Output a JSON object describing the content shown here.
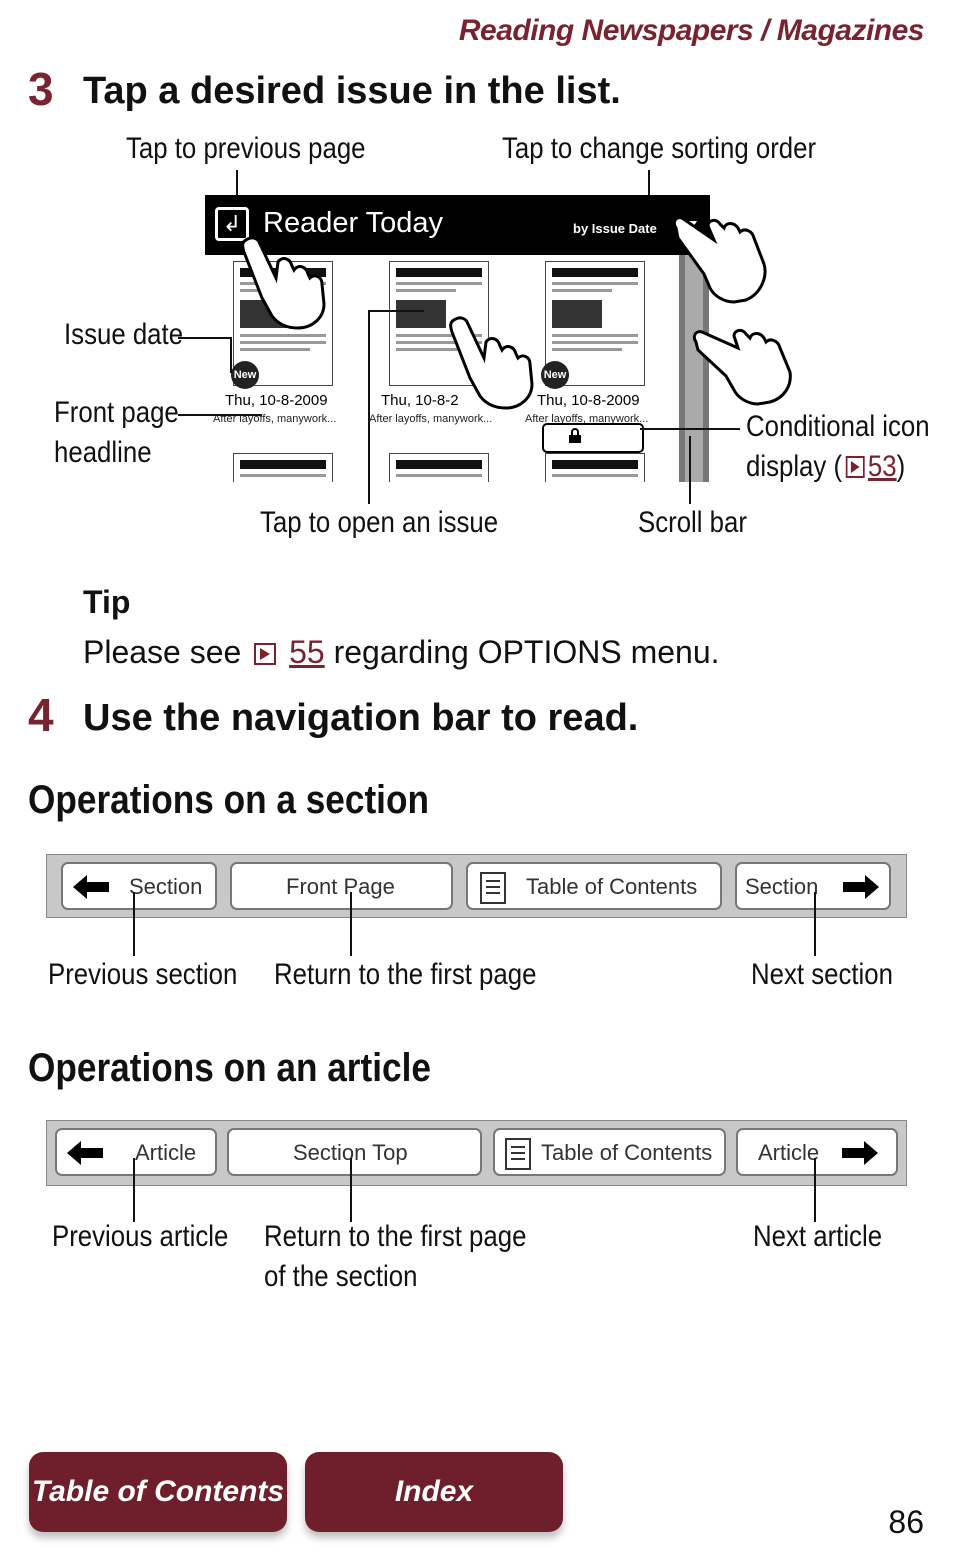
{
  "header": {
    "chapter": "Reading Newspapers / Magazines"
  },
  "step3": {
    "number": "3",
    "heading": "Tap a desired issue in the list."
  },
  "screen": {
    "title": "Reader Today",
    "sort_label": "by Issue Date",
    "issues": [
      {
        "date": "Thu, 10-8-2009",
        "headline": "After layoffs, manywork...",
        "badge": "New"
      },
      {
        "date": "Thu, 10-8-2",
        "headline": "After layoffs, manywork...",
        "badge": ""
      },
      {
        "date": "Thu, 10-8-2009",
        "headline": "After layoffs, manywork...",
        "badge": "New"
      }
    ]
  },
  "callouts": {
    "prev_page": "Tap to previous page",
    "sort_order": "Tap to change sorting order",
    "issue_date": "Issue date",
    "front_headline_1": "Front page",
    "front_headline_2": "headline",
    "conditional_1": "Conditional icon",
    "conditional_2_pre": "display (",
    "conditional_ref": "53",
    "conditional_2_post": ")",
    "open_issue": "Tap to open an issue",
    "scroll_bar": "Scroll bar"
  },
  "tip": {
    "title": "Tip",
    "pre": "Please see",
    "ref": "55",
    "post": "regarding OPTIONS menu."
  },
  "step4": {
    "number": "4",
    "heading": "Use the navigation bar to read."
  },
  "section_ops": {
    "title": "Operations on a section",
    "buttons": {
      "prev": "Section",
      "front": "Front Page",
      "toc": "Table of Contents",
      "next": "Section"
    },
    "labels": {
      "prev": "Previous section",
      "front": "Return to the first page",
      "next": "Next section"
    }
  },
  "article_ops": {
    "title": "Operations on an article",
    "buttons": {
      "prev": "Article",
      "top": "Section Top",
      "toc": "Table of Contents",
      "next": "Article"
    },
    "labels": {
      "prev": "Previous article",
      "top_1": "Return to the first page",
      "top_2": "of the section",
      "next": "Next article"
    }
  },
  "footer": {
    "toc_button": "Table of Contents",
    "index_button": "Index",
    "page_number": "86"
  },
  "colors": {
    "accent": "#7a2330",
    "button": "#6e1f2b"
  }
}
